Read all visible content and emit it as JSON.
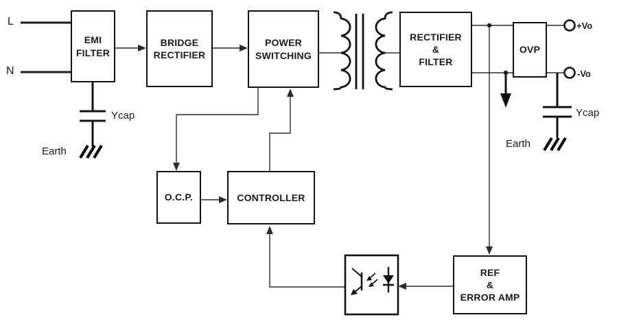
{
  "inputs": {
    "live": "L",
    "neutral": "N"
  },
  "blocks": {
    "emi_filter": "EMI\nFILTER",
    "bridge_rectifier": "BRIDGE\nRECTIFIER",
    "power_switching": "POWER\nSWITCHING",
    "rectifier_filter": "RECTIFIER\n&\nFILTER",
    "ovp": "OVP",
    "ocp": "O.C.P.",
    "controller": "CONTROLLER",
    "ref_error_amp": "REF\n&\nERROR AMP"
  },
  "outputs": {
    "positive": "+Vo",
    "negative": "-Vo"
  },
  "labels": {
    "ycap_left": "Ycap",
    "ycap_right": "Ycap",
    "earth_left": "Earth",
    "earth_right": "Earth"
  },
  "colors": {
    "background": "#ffffff",
    "box_border": "#111111",
    "wire": "#2b2b2b",
    "symbol": "#111111"
  }
}
